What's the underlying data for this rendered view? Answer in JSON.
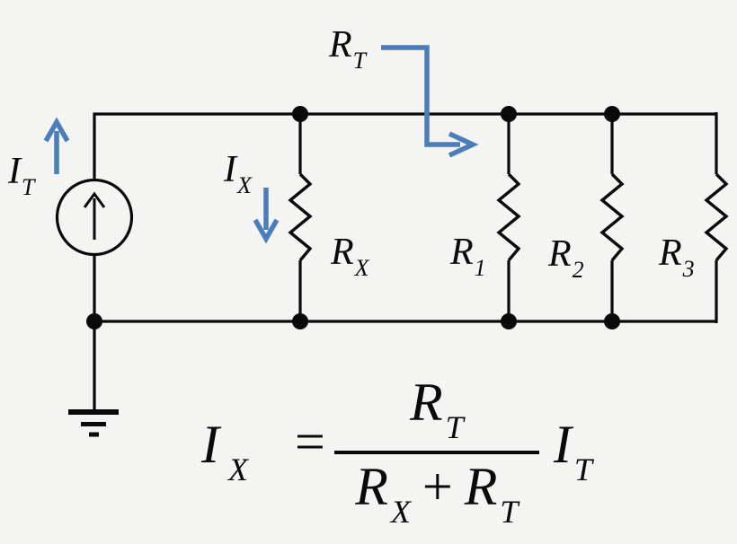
{
  "colors": {
    "background": "#f4f4f2",
    "wire_black": "#0a0a0a",
    "accent_blue": "#4b7db9"
  },
  "icons": {
    "current-source-arrow-icon": "↑",
    "it-direction-arrow-icon": "↑",
    "ix-direction-arrow-icon": "↓",
    "rt-pointer-arrow-icon": "→",
    "ground-icon": "⏚",
    "node-dot-icon": "●"
  },
  "circuit_labels": {
    "it": {
      "base": "I",
      "sub": "T"
    },
    "ix": {
      "base": "I",
      "sub": "X"
    },
    "rt": {
      "base": "R",
      "sub": "T"
    },
    "rx": {
      "base": "R",
      "sub": "X"
    },
    "r1": {
      "base": "R",
      "sub": "1"
    },
    "r2": {
      "base": "R",
      "sub": "2"
    },
    "r3": {
      "base": "R",
      "sub": "3"
    }
  },
  "formula": {
    "lhs": {
      "base": "I",
      "sub": "X"
    },
    "equals": "=",
    "numerator": {
      "base": "R",
      "sub": "T"
    },
    "den_first": {
      "base": "R",
      "sub": "X"
    },
    "plus": "+",
    "den_second": {
      "base": "R",
      "sub": "T"
    },
    "rhs": {
      "base": "I",
      "sub": "T"
    }
  }
}
